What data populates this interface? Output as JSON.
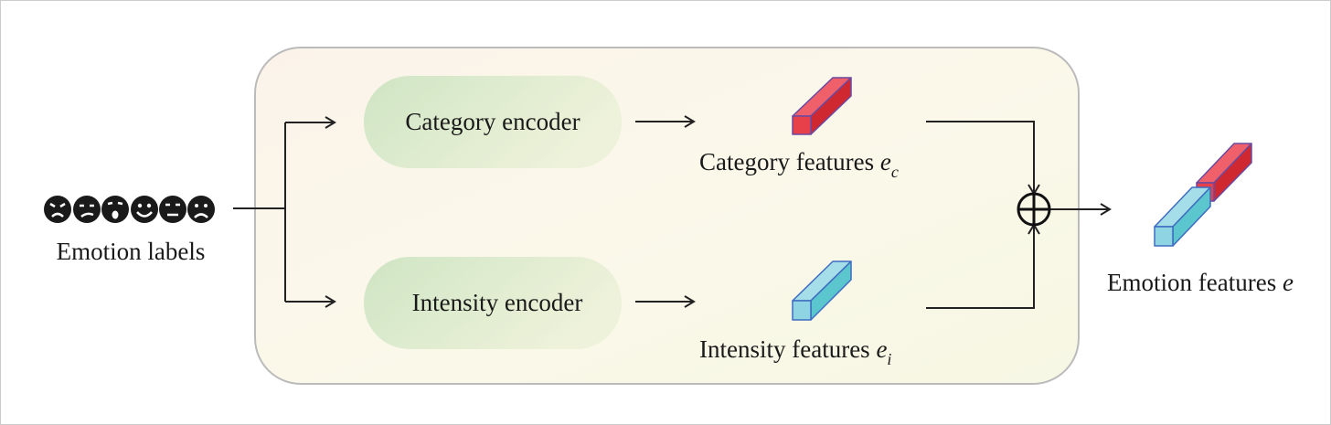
{
  "input": {
    "label": "Emotion labels",
    "faces": [
      "angry",
      "disgusted",
      "surprised",
      "happy",
      "neutral",
      "sad"
    ]
  },
  "encoders": [
    {
      "label": "Category encoder"
    },
    {
      "label": "Intensity encoder"
    }
  ],
  "features": {
    "category": {
      "label": "Category features ",
      "symbol": "e",
      "subscript": "c",
      "color": "#e8404a"
    },
    "intensity": {
      "label": "Intensity features ",
      "symbol": "e",
      "subscript": "i",
      "color": "#7fd0de"
    }
  },
  "operator": "concatenation-plus",
  "output": {
    "label": "Emotion features ",
    "symbol": "e"
  }
}
